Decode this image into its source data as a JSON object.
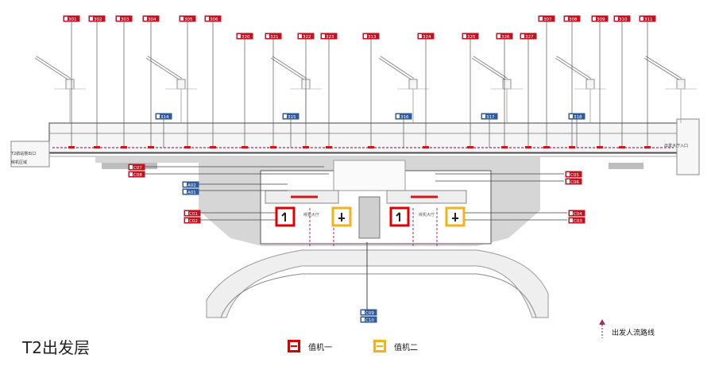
{
  "floor": {
    "title": "T2出发层"
  },
  "colors": {
    "tag_red": "#c1121f",
    "tag_blue": "#2f5a9e",
    "zone_red": "#e00000",
    "zone_yellow": "#f2b31a",
    "flow_line": "#a0325f",
    "building_fill": "#d6d6d6"
  },
  "gates_top": [
    "301",
    "302",
    "303",
    "304",
    "305",
    "306",
    "320",
    "321",
    "322",
    "323",
    "313",
    "324",
    "325",
    "326",
    "327",
    "307",
    "308",
    "309",
    "310",
    "311"
  ],
  "gates_blue": [
    "314",
    "315",
    "316",
    "317",
    "318"
  ],
  "left_counter_tags": [
    "C07",
    "C08"
  ],
  "right_counter_tags": [
    "C05",
    "C06"
  ],
  "left_blue_tags": [
    "A02",
    "A01"
  ],
  "left_side_tags": [
    "C01",
    "C02"
  ],
  "right_side_tags": [
    "C04",
    "C03"
  ],
  "bottom_tags": [
    "C09",
    "C10"
  ],
  "side_labels": {
    "left_top": "T2航站楼出口",
    "left_bottom": "候机区域",
    "right_top": "出发大厅入口"
  },
  "hall_labels": [
    "候机大厅",
    "候机大厅"
  ],
  "legend": [
    {
      "label": "值机一",
      "color": "#e00000",
      "icon": "zone-1-marker"
    },
    {
      "label": "值机二",
      "color": "#f2b31a",
      "icon": "zone-2-marker"
    }
  ],
  "flow_legend": {
    "label": "出发人流路线",
    "icon": "arrow-up-icon"
  }
}
